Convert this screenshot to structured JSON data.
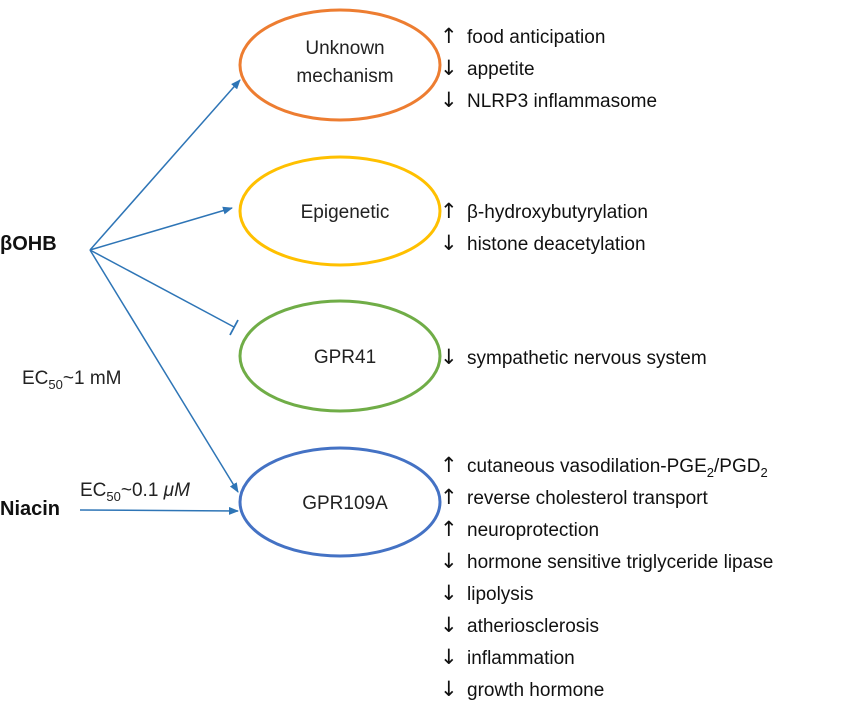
{
  "sources": {
    "bohb": "βOHB",
    "niacin": "Niacin"
  },
  "annotations": {
    "bohb_ec50": {
      "prefix": "EC",
      "sub": "50",
      "suffix": "~1 mM"
    },
    "niacin_ec50": {
      "prefix": "EC",
      "sub": "50",
      "suffix": "~0.1 ",
      "unit": "μM"
    }
  },
  "colors": {
    "arrow": "#2e75b6",
    "unknown": "#ed7d31",
    "epigenetic": "#ffc000",
    "gpr41": "#70ad47",
    "gpr109a": "#4472c4"
  },
  "nodes": [
    {
      "id": "unknown",
      "lines": [
        "Unknown",
        "mechanism"
      ],
      "effects": [
        {
          "dir": "↑",
          "text": "food anticipation"
        },
        {
          "dir": "↓",
          "text": "appetite"
        },
        {
          "dir": "↓",
          "text": "NLRP3 inflammasome"
        }
      ]
    },
    {
      "id": "epigenetic",
      "lines": [
        "Epigenetic"
      ],
      "effects": [
        {
          "dir": "↑",
          "text": "β-hydroxybutyrylation"
        },
        {
          "dir": "↓",
          "text": "histone deacetylation"
        }
      ]
    },
    {
      "id": "gpr41",
      "lines": [
        "GPR41"
      ],
      "effects": [
        {
          "dir": "↓",
          "text": "sympathetic nervous system"
        }
      ]
    },
    {
      "id": "gpr109a",
      "lines": [
        "GPR109A"
      ],
      "effects": [
        {
          "dir": "↑",
          "text": "cutaneous vasodilation-PGE",
          "sub1": "2",
          "mid": "/PGD",
          "sub2": "2"
        },
        {
          "dir": "↑",
          "text": "reverse cholesterol transport"
        },
        {
          "dir": "↑",
          "text": "neuroprotection"
        },
        {
          "dir": "↓",
          "text": "hormone sensitive triglyceride lipase"
        },
        {
          "dir": "↓",
          "text": "lipolysis"
        },
        {
          "dir": "↓",
          "text": "atheriosclerosis"
        },
        {
          "dir": "↓",
          "text": "inflammation"
        },
        {
          "dir": "↓",
          "text": "growth hormone"
        }
      ]
    }
  ]
}
